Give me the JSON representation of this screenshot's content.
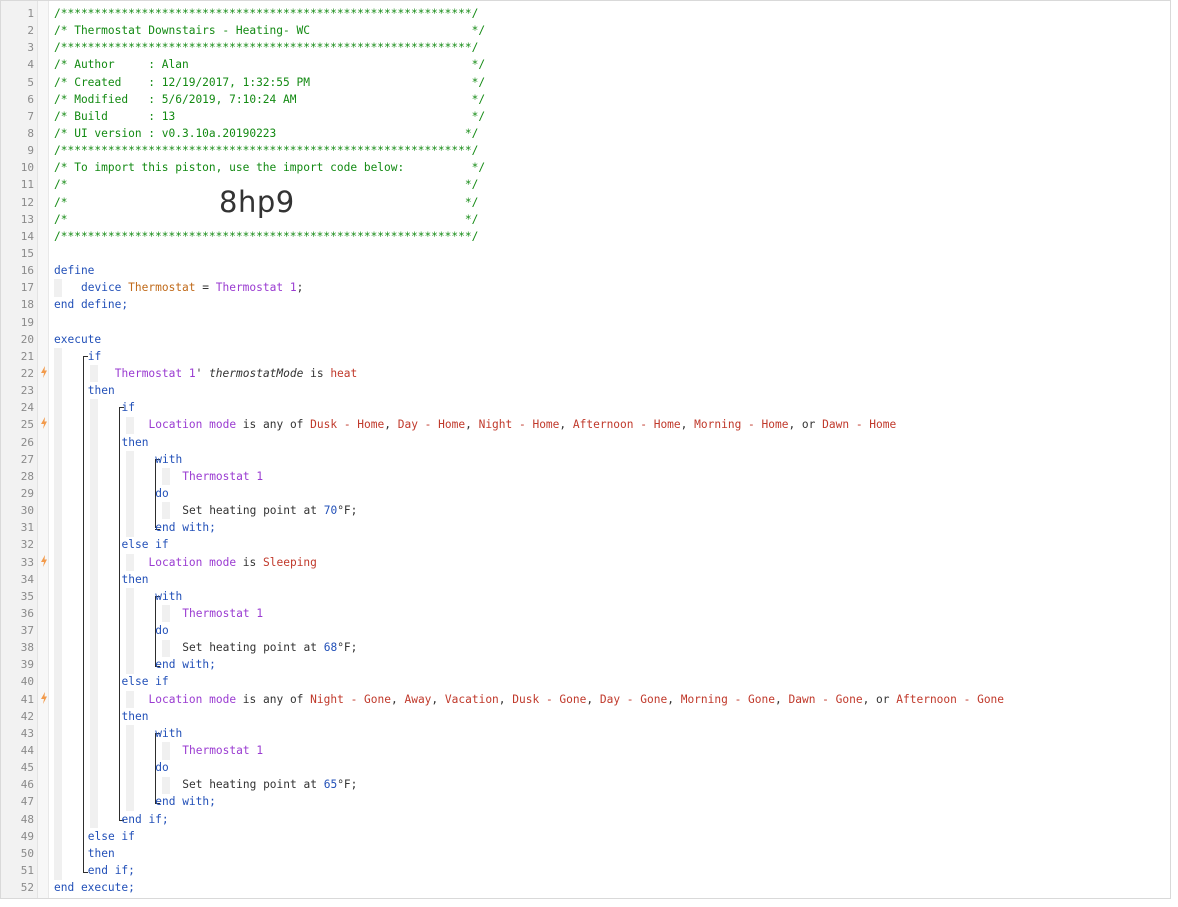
{
  "lines": [
    {
      "n": "1",
      "indent": 0,
      "bolt": false,
      "tokens": [
        {
          "t": "/*************************************************************/",
          "c": "comment"
        }
      ]
    },
    {
      "n": "2",
      "indent": 0,
      "bolt": false,
      "tokens": [
        {
          "t": "/* Thermostat Downstairs - Heating- WC                        */",
          "c": "comment"
        }
      ]
    },
    {
      "n": "3",
      "indent": 0,
      "bolt": false,
      "tokens": [
        {
          "t": "/*************************************************************/",
          "c": "comment"
        }
      ]
    },
    {
      "n": "4",
      "indent": 0,
      "bolt": false,
      "tokens": [
        {
          "t": "/* Author     : Alan                                          */",
          "c": "comment"
        }
      ]
    },
    {
      "n": "5",
      "indent": 0,
      "bolt": false,
      "tokens": [
        {
          "t": "/* Created    : 12/19/2017, 1:32:55 PM                        */",
          "c": "comment"
        }
      ]
    },
    {
      "n": "6",
      "indent": 0,
      "bolt": false,
      "tokens": [
        {
          "t": "/* Modified   : 5/6/2019, 7:10:24 AM                          */",
          "c": "comment"
        }
      ]
    },
    {
      "n": "7",
      "indent": 0,
      "bolt": false,
      "tokens": [
        {
          "t": "/* Build      : 13                                            */",
          "c": "comment"
        }
      ]
    },
    {
      "n": "8",
      "indent": 0,
      "bolt": false,
      "tokens": [
        {
          "t": "/* UI version : v0.3.10a.20190223                            */",
          "c": "comment"
        }
      ]
    },
    {
      "n": "9",
      "indent": 0,
      "bolt": false,
      "tokens": [
        {
          "t": "/*************************************************************/",
          "c": "comment"
        }
      ]
    },
    {
      "n": "10",
      "indent": 0,
      "bolt": false,
      "tokens": [
        {
          "t": "/* To import this piston, use the import code below:          */",
          "c": "comment"
        }
      ]
    },
    {
      "n": "11",
      "indent": 0,
      "bolt": false,
      "tokens": [
        {
          "t": "/*                                                           */",
          "c": "comment"
        }
      ]
    },
    {
      "n": "12",
      "indent": 0,
      "bolt": false,
      "tokens": [
        {
          "t": "/*                                                           */",
          "c": "comment"
        }
      ],
      "import_code": "8hp9"
    },
    {
      "n": "13",
      "indent": 0,
      "bolt": false,
      "tokens": [
        {
          "t": "/*                                                           */",
          "c": "comment"
        }
      ]
    },
    {
      "n": "14",
      "indent": 0,
      "bolt": false,
      "tokens": [
        {
          "t": "/*************************************************************/",
          "c": "comment"
        }
      ]
    },
    {
      "n": "15",
      "indent": 0,
      "bolt": false,
      "tokens": []
    },
    {
      "n": "16",
      "indent": 0,
      "bolt": false,
      "tokens": [
        {
          "t": "define",
          "c": "kw"
        }
      ]
    },
    {
      "n": "17",
      "indent": 4,
      "bolt": false,
      "tokens": [
        {
          "t": "device ",
          "c": "kw"
        },
        {
          "t": "Thermostat",
          "c": "var"
        },
        {
          "t": " = ",
          "c": "plain"
        },
        {
          "t": "Thermostat 1",
          "c": "dev"
        },
        {
          "t": ";",
          "c": "plain"
        }
      ]
    },
    {
      "n": "18",
      "indent": 0,
      "bolt": false,
      "tokens": [
        {
          "t": "end define;",
          "c": "kw"
        }
      ]
    },
    {
      "n": "19",
      "indent": 0,
      "bolt": false,
      "tokens": []
    },
    {
      "n": "20",
      "indent": 0,
      "bolt": false,
      "tokens": [
        {
          "t": "execute",
          "c": "kw"
        }
      ]
    },
    {
      "n": "21",
      "indent": 5,
      "bolt": false,
      "tokens": [
        {
          "t": "if",
          "c": "kw"
        }
      ]
    },
    {
      "n": "22",
      "indent": 9,
      "bolt": true,
      "tokens": [
        {
          "t": "Thermostat 1",
          "c": "dev"
        },
        {
          "t": "' ",
          "c": "plain"
        },
        {
          "t": "thermostatMode",
          "c": "italic"
        },
        {
          "t": " is ",
          "c": "plain"
        },
        {
          "t": "heat",
          "c": "val"
        }
      ]
    },
    {
      "n": "23",
      "indent": 5,
      "bolt": false,
      "tokens": [
        {
          "t": "then",
          "c": "kw"
        }
      ]
    },
    {
      "n": "24",
      "indent": 10,
      "bolt": false,
      "tokens": [
        {
          "t": "if",
          "c": "kw"
        }
      ]
    },
    {
      "n": "25",
      "indent": 14,
      "bolt": true,
      "tokens": [
        {
          "t": "Location mode",
          "c": "dev"
        },
        {
          "t": " is any of ",
          "c": "plain"
        },
        {
          "t": "Dusk - Home",
          "c": "val"
        },
        {
          "t": ", ",
          "c": "plain"
        },
        {
          "t": "Day - Home",
          "c": "val"
        },
        {
          "t": ", ",
          "c": "plain"
        },
        {
          "t": "Night - Home",
          "c": "val"
        },
        {
          "t": ", ",
          "c": "plain"
        },
        {
          "t": "Afternoon - Home",
          "c": "val"
        },
        {
          "t": ", ",
          "c": "plain"
        },
        {
          "t": "Morning - Home",
          "c": "val"
        },
        {
          "t": ", or ",
          "c": "plain"
        },
        {
          "t": "Dawn - Home",
          "c": "val"
        }
      ]
    },
    {
      "n": "26",
      "indent": 10,
      "bolt": false,
      "tokens": [
        {
          "t": "then",
          "c": "kw"
        }
      ]
    },
    {
      "n": "27",
      "indent": 15,
      "bolt": false,
      "tokens": [
        {
          "t": "with",
          "c": "kw"
        }
      ]
    },
    {
      "n": "28",
      "indent": 19,
      "bolt": false,
      "tokens": [
        {
          "t": "Thermostat 1",
          "c": "dev"
        }
      ]
    },
    {
      "n": "29",
      "indent": 15,
      "bolt": false,
      "tokens": [
        {
          "t": "do",
          "c": "kw"
        }
      ]
    },
    {
      "n": "30",
      "indent": 19,
      "bolt": false,
      "tokens": [
        {
          "t": "Set heating point at ",
          "c": "plain"
        },
        {
          "t": "70",
          "c": "num"
        },
        {
          "t": "°F;",
          "c": "plain"
        }
      ]
    },
    {
      "n": "31",
      "indent": 15,
      "bolt": false,
      "tokens": [
        {
          "t": "end with;",
          "c": "kw"
        }
      ]
    },
    {
      "n": "32",
      "indent": 10,
      "bolt": false,
      "tokens": [
        {
          "t": "else if",
          "c": "kw"
        }
      ]
    },
    {
      "n": "33",
      "indent": 14,
      "bolt": true,
      "tokens": [
        {
          "t": "Location mode",
          "c": "dev"
        },
        {
          "t": " is ",
          "c": "plain"
        },
        {
          "t": "Sleeping",
          "c": "val"
        }
      ]
    },
    {
      "n": "34",
      "indent": 10,
      "bolt": false,
      "tokens": [
        {
          "t": "then",
          "c": "kw"
        }
      ]
    },
    {
      "n": "35",
      "indent": 15,
      "bolt": false,
      "tokens": [
        {
          "t": "with",
          "c": "kw"
        }
      ]
    },
    {
      "n": "36",
      "indent": 19,
      "bolt": false,
      "tokens": [
        {
          "t": "Thermostat 1",
          "c": "dev"
        }
      ]
    },
    {
      "n": "37",
      "indent": 15,
      "bolt": false,
      "tokens": [
        {
          "t": "do",
          "c": "kw"
        }
      ]
    },
    {
      "n": "38",
      "indent": 19,
      "bolt": false,
      "tokens": [
        {
          "t": "Set heating point at ",
          "c": "plain"
        },
        {
          "t": "68",
          "c": "num"
        },
        {
          "t": "°F;",
          "c": "plain"
        }
      ]
    },
    {
      "n": "39",
      "indent": 15,
      "bolt": false,
      "tokens": [
        {
          "t": "end with;",
          "c": "kw"
        }
      ]
    },
    {
      "n": "40",
      "indent": 10,
      "bolt": false,
      "tokens": [
        {
          "t": "else if",
          "c": "kw"
        }
      ]
    },
    {
      "n": "41",
      "indent": 14,
      "bolt": true,
      "tokens": [
        {
          "t": "Location mode",
          "c": "dev"
        },
        {
          "t": " is any of ",
          "c": "plain"
        },
        {
          "t": "Night - Gone",
          "c": "val"
        },
        {
          "t": ", ",
          "c": "plain"
        },
        {
          "t": "Away",
          "c": "val"
        },
        {
          "t": ", ",
          "c": "plain"
        },
        {
          "t": "Vacation",
          "c": "val"
        },
        {
          "t": ", ",
          "c": "plain"
        },
        {
          "t": "Dusk - Gone",
          "c": "val"
        },
        {
          "t": ", ",
          "c": "plain"
        },
        {
          "t": "Day - Gone",
          "c": "val"
        },
        {
          "t": ", ",
          "c": "plain"
        },
        {
          "t": "Morning - Gone",
          "c": "val"
        },
        {
          "t": ", ",
          "c": "plain"
        },
        {
          "t": "Dawn - Gone",
          "c": "val"
        },
        {
          "t": ", or ",
          "c": "plain"
        },
        {
          "t": "Afternoon - Gone",
          "c": "val"
        }
      ]
    },
    {
      "n": "42",
      "indent": 10,
      "bolt": false,
      "tokens": [
        {
          "t": "then",
          "c": "kw"
        }
      ]
    },
    {
      "n": "43",
      "indent": 15,
      "bolt": false,
      "tokens": [
        {
          "t": "with",
          "c": "kw"
        }
      ]
    },
    {
      "n": "44",
      "indent": 19,
      "bolt": false,
      "tokens": [
        {
          "t": "Thermostat 1",
          "c": "dev"
        }
      ]
    },
    {
      "n": "45",
      "indent": 15,
      "bolt": false,
      "tokens": [
        {
          "t": "do",
          "c": "kw"
        }
      ]
    },
    {
      "n": "46",
      "indent": 19,
      "bolt": false,
      "tokens": [
        {
          "t": "Set heating point at ",
          "c": "plain"
        },
        {
          "t": "65",
          "c": "num"
        },
        {
          "t": "°F;",
          "c": "plain"
        }
      ]
    },
    {
      "n": "47",
      "indent": 15,
      "bolt": false,
      "tokens": [
        {
          "t": "end with;",
          "c": "kw"
        }
      ]
    },
    {
      "n": "48",
      "indent": 10,
      "bolt": false,
      "tokens": [
        {
          "t": "end if;",
          "c": "kw"
        }
      ]
    },
    {
      "n": "49",
      "indent": 5,
      "bolt": false,
      "tokens": [
        {
          "t": "else if",
          "c": "kw"
        }
      ]
    },
    {
      "n": "50",
      "indent": 5,
      "bolt": false,
      "tokens": [
        {
          "t": "then",
          "c": "kw"
        }
      ]
    },
    {
      "n": "51",
      "indent": 5,
      "bolt": false,
      "tokens": [
        {
          "t": "end if;",
          "c": "kw"
        }
      ]
    },
    {
      "n": "52",
      "indent": 0,
      "bolt": false,
      "tokens": [
        {
          "t": "end execute;",
          "c": "kw"
        }
      ]
    }
  ],
  "icons": {
    "trigger": "lightning-bolt-icon"
  },
  "colors": {
    "comment": "#138a13",
    "keyword": "#2250b8",
    "device": "#9a3bd1",
    "variable": "#c06a1a",
    "value": "#c0392b"
  }
}
